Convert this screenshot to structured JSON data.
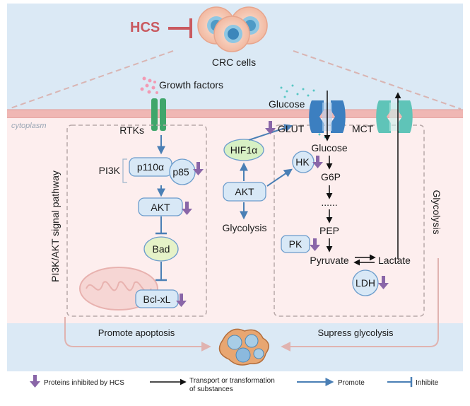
{
  "header": {
    "inhibitor": "HCS",
    "cells": "CRC cells"
  },
  "compartments": {
    "cytoplasm": "cytoplasm"
  },
  "pi3k_pathway": {
    "side_label": "PI3K/AKT signal pathway",
    "growth_factors": "Growth factors",
    "receptor": "RTKs",
    "pi3k": "PI3K",
    "p110": "p110α",
    "p85": "p85",
    "akt": "AKT",
    "bad": "Bad",
    "bclxl": "Bcl-xL"
  },
  "middle": {
    "hif": "HIF1α",
    "akt": "AKT",
    "glycolysis": "Glycolysis"
  },
  "glycolysis_pathway": {
    "side_label": "Glycolysis",
    "glucose_top": "Glucose",
    "glut": "GLUT",
    "mct": "MCT",
    "glucose": "Glucose",
    "hk": "HK",
    "g6p": "G6P",
    "dots": "......",
    "pep": "PEP",
    "pk": "PK",
    "pyruvate": "Pyruvate",
    "lactate": "Lactate",
    "ldh": "LDH"
  },
  "outcomes": {
    "left": "Promote apoptosis",
    "right": "Supress glycolysis"
  },
  "legend": {
    "inhibited": "Proteins inhibited by HCS",
    "transport_line1": "Transport or transformation",
    "transport_line2": "of substances",
    "promote": "Promote",
    "inhibit": "Inhibite"
  },
  "colors": {
    "blue_arrow": "#4a7fb5",
    "purple_arrow": "#8a66a8",
    "node_fill": "#d8e8f6",
    "node_stroke": "#6b9ccc",
    "hif_fill": "#d7f0c4",
    "bad_fill": "#e6f2c8",
    "hcs_red": "#c9595f",
    "membrane": "#f0b7b4",
    "rtk_green": "#3fa66b",
    "glut_blue": "#3c7fc0",
    "mct_teal": "#5fc4b8"
  },
  "icons": [
    "purple-down-arrow-icon",
    "black-arrow-icon",
    "blue-arrow-icon",
    "inhibit-bar-icon",
    "mitochondrion-icon",
    "cell-cluster-icon"
  ]
}
